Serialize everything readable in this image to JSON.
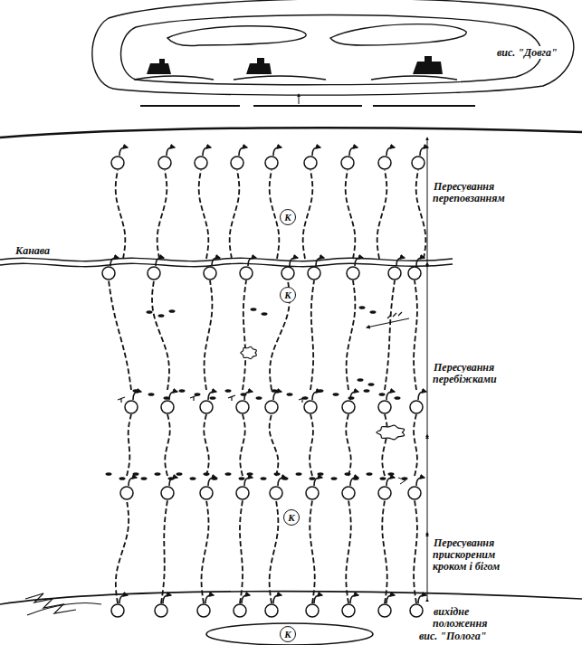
{
  "diagram": {
    "nodes": [
      {
        "text": [
          "К"
        ]
      },
      {
        "text": [
          "К"
        ]
      },
      {
        "text": [
          "К"
        ]
      },
      {
        "text": [
          "К"
        ]
      }
    ],
    "labels": [
      "вис. \"Довга\"",
      "Пересування переповзанням",
      "Канава",
      "Пересування перебіжками",
      "Пересування прискореним кроком і бігом",
      "вихідне положення",
      "вис. \"Полога\""
    ]
  }
}
